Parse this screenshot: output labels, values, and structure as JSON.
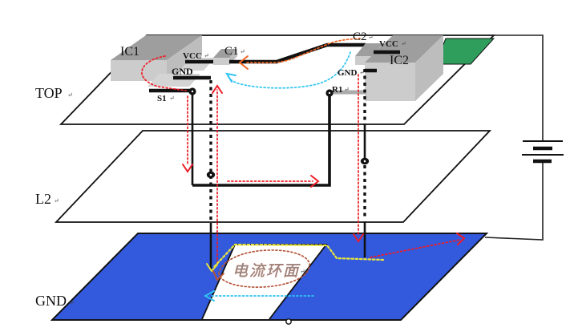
{
  "diagram": {
    "layers": {
      "top": "TOP",
      "l2": "L2",
      "gnd": "GND"
    },
    "ic1": {
      "name": "IC1",
      "vcc": "VCC",
      "gnd": "GND",
      "signal": "S1",
      "cap": "C1"
    },
    "ic2": {
      "name": "IC2",
      "vcc": "VCC",
      "gnd": "GND",
      "resistor": "R1",
      "cap": "C2"
    },
    "annotation": {
      "current_loop_area": "电流环面"
    },
    "return_mark": "↵"
  },
  "colors": {
    "signal_red": "#ee1c25",
    "power_orange": "#f26522",
    "return_cyan": "#2fc4f3",
    "detour_yellow": "#e9e43c",
    "loop_brown": "#b5543a",
    "gnd_plane_blue": "#3359dd",
    "copper_green": "#2f9e5d",
    "chip_top": "#9e9e9e",
    "chip_front": "#cccccc",
    "chip_side": "#bdbdbd",
    "pad_gray": "#d4d4d4",
    "trace_black": "#111111"
  }
}
